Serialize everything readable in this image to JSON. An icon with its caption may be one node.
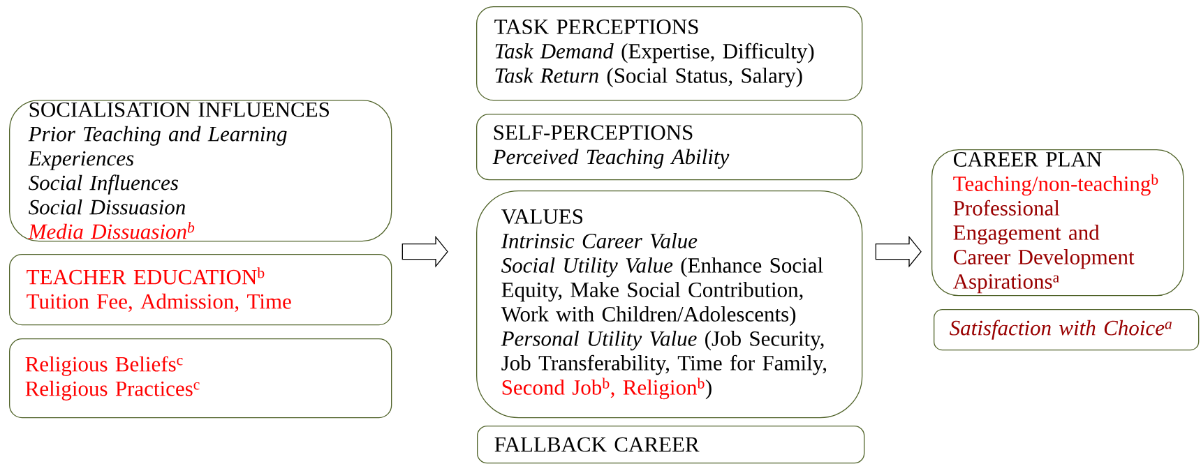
{
  "diagram": {
    "nodes": [
      {
        "text": [
          "SOCIALISATION INFLUENCES",
          "Prior Teaching and Learning Experiences",
          "Social Influences",
          "Social Dissuasion",
          "Media Dissuasion$^{b}$"
        ]
      },
      {
        "text": [
          "TEACHER EDUCATION$^{b}$",
          "Tuition Fee, Admission, Time"
        ]
      },
      {
        "text": [
          "Religious Beliefs$^{c}$",
          "Religious Practices$^{c}$"
        ]
      },
      {
        "text": [
          "TASK PERCEPTIONS",
          "*Task Demand* (Expertise, Difficulty)",
          "*Task Return* (Social Status, Salary)"
        ]
      },
      {
        "text": [
          "SELF-PERCEPTIONS",
          "Perceived Teaching Ability"
        ]
      },
      {
        "text": [
          "VALUES",
          "Intrinsic Career Value",
          "*Social Utility Value* (Enhance Social Equity, Make Social Contribution, Work with Children/Adolescents)",
          "*Personal Utility Value* (Job Security, Job Transferability, Time for Family,",
          "Second Job$^{b}$, Religion$^{b}$",
          ")"
        ]
      },
      {
        "text": [
          "FALLBACK CAREER"
        ]
      },
      {
        "text": [
          "CAREER PLAN",
          "Teaching/non-teaching$^{b}$",
          "Professional Engagement and Career Development Aspirations$^{a}$"
        ]
      },
      {
        "text": [
          "Satisfaction with Choice$^{a}$"
        ]
      }
    ],
    "edges": [
      {
        "from": 1,
        "to": 5,
        "arrow": "to"
      },
      {
        "from": 5,
        "to": 7,
        "arrow": "to"
      }
    ]
  }
}
